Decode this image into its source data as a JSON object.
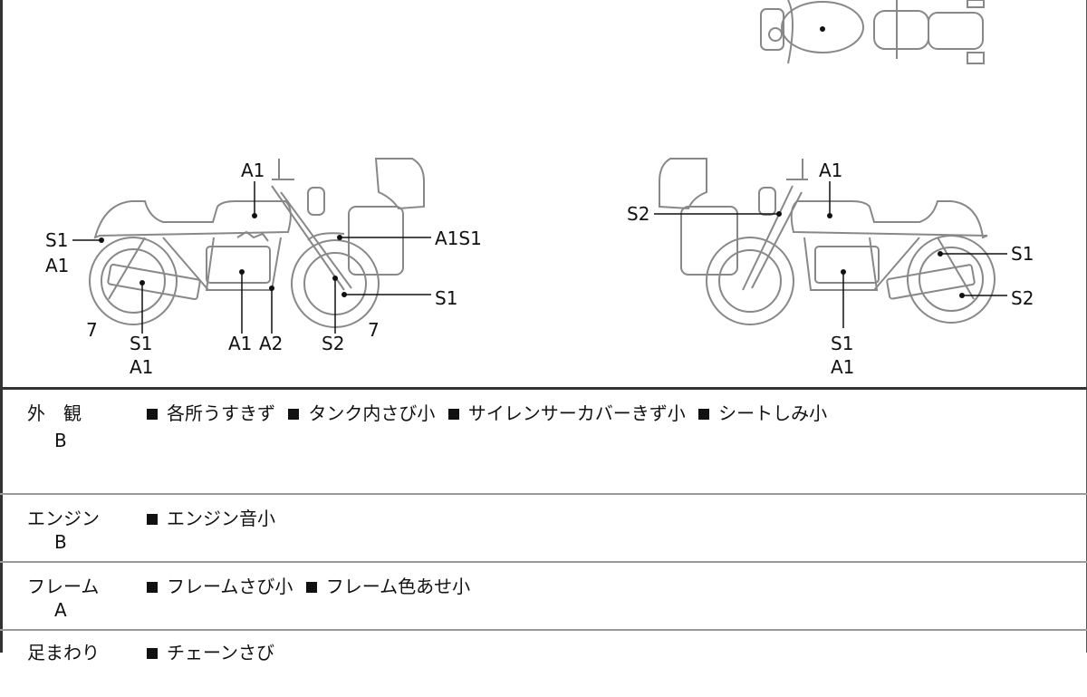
{
  "diagram": {
    "left_bike_labels": [
      "A1",
      "S1",
      "A1",
      "A1S1",
      "S1",
      "7",
      "S1",
      "A1",
      "A1",
      "A2",
      "S2",
      "7"
    ],
    "right_bike_labels": [
      "A1",
      "S2",
      "S1",
      "S2",
      "S1",
      "A1"
    ]
  },
  "rows": [
    {
      "category": "外　観",
      "grade": "B",
      "notes": [
        "各所うすきず",
        "タンク内さび小",
        "サイレンサーカバーきず小",
        "シートしみ小"
      ]
    },
    {
      "category": "エンジン",
      "grade": "B",
      "notes": [
        "エンジン音小"
      ]
    },
    {
      "category": "フレーム",
      "grade": "A",
      "notes": [
        "フレームさび小",
        "フレーム色あせ小"
      ]
    },
    {
      "category": "足まわり",
      "grade": "",
      "notes": [
        "チェーンさび"
      ]
    }
  ]
}
